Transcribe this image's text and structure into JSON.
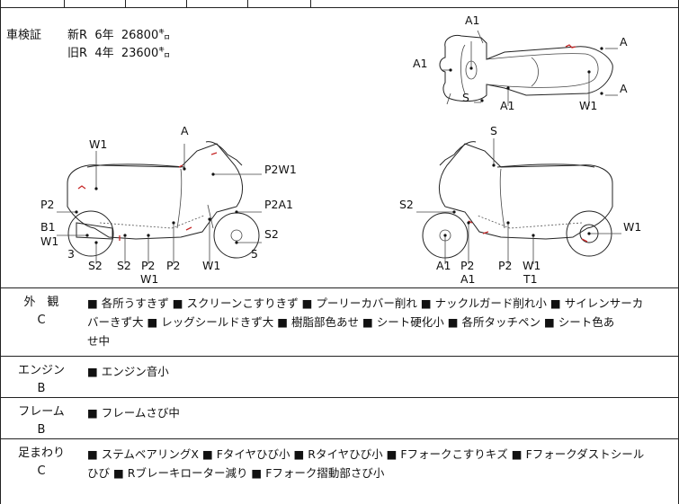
{
  "registration": {
    "label": "車検証",
    "new_prefix": "新R",
    "new_years": "6年",
    "new_km": "26800㌔",
    "old_prefix": "旧R",
    "old_years": "4年",
    "old_km": "23600㌔"
  },
  "top_view_labels": {
    "a1_top": "A1",
    "a_right_upper": "A",
    "a1_left": "A1",
    "a_right_lower": "A",
    "s": "S",
    "a1_bottom": "A1",
    "w1": "W1"
  },
  "left_view_labels": {
    "a": "A",
    "w1_top": "W1",
    "p2w1": "P2W1",
    "p2_left": "P2",
    "p2a1": "P2A1",
    "b1": "B1",
    "w1_left": "W1",
    "s2_right": "S2",
    "num3": "3",
    "num5": "5",
    "s2_a": "S2",
    "s2_b": "S2",
    "p2_a": "P2",
    "p2_b": "P2",
    "w1_bottom": "W1",
    "w1_under": "W1"
  },
  "right_view_labels": {
    "s": "S",
    "s2": "S2",
    "w1_right": "W1",
    "a1": "A1",
    "p2_a": "P2",
    "p2_b": "P2",
    "w1_b": "W1",
    "a1_under": "A1",
    "t1": "T1"
  },
  "sections": [
    {
      "category": "外　観",
      "grade": "C",
      "lines": [
        "■ 各所うすきず ■ スクリーンこすりきず ■ プーリーカバー削れ ■ ナックルガード削れ小 ■ サイレンサーカ",
        "バーきず大 ■ レッグシールドきず大 ■ 樹脂部色あせ ■ シート硬化小 ■ 各所タッチペン ■ シート色あ",
        "せ中"
      ]
    },
    {
      "category": "エンジン",
      "grade": "B",
      "lines": [
        "■ エンジン音小"
      ]
    },
    {
      "category": "フレーム",
      "grade": "B",
      "lines": [
        "■ フレームさび中"
      ]
    },
    {
      "category": "足まわり",
      "grade": "C",
      "lines": [
        "■ ステムベアリングX ■ Fタイヤひび小 ■ Rタイヤひび小 ■ Fフォークこすりキズ ■ Fフォークダストシール",
        "ひび ■ Rブレーキローター減り ■ Fフォーク摺動部さび小"
      ]
    }
  ]
}
